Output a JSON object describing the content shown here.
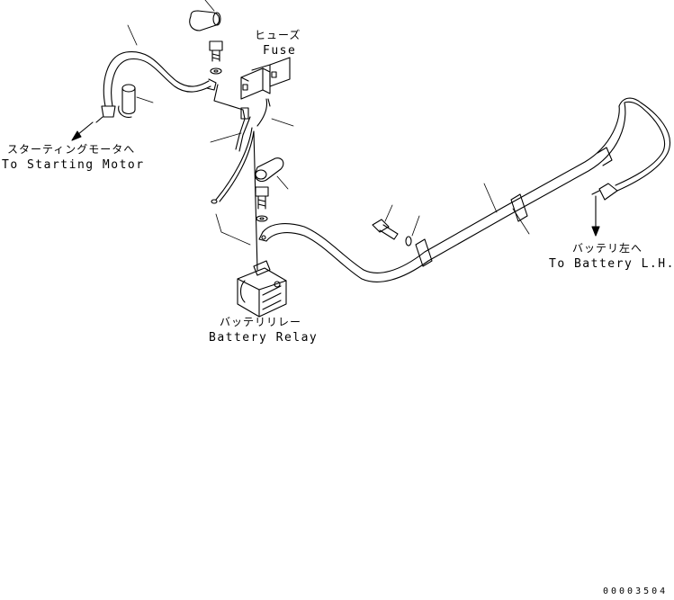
{
  "labels": {
    "fuse_jp": "ヒューズ",
    "fuse_en": "Fuse",
    "starter_jp": "スターティングモータへ",
    "starter_en": "To Starting Motor",
    "relay_jp": "バッテリリレー",
    "relay_en": "Battery Relay",
    "battery_jp": "バッテリ左へ",
    "battery_en": "To Battery L.H.",
    "drawing_code": "00003504"
  }
}
